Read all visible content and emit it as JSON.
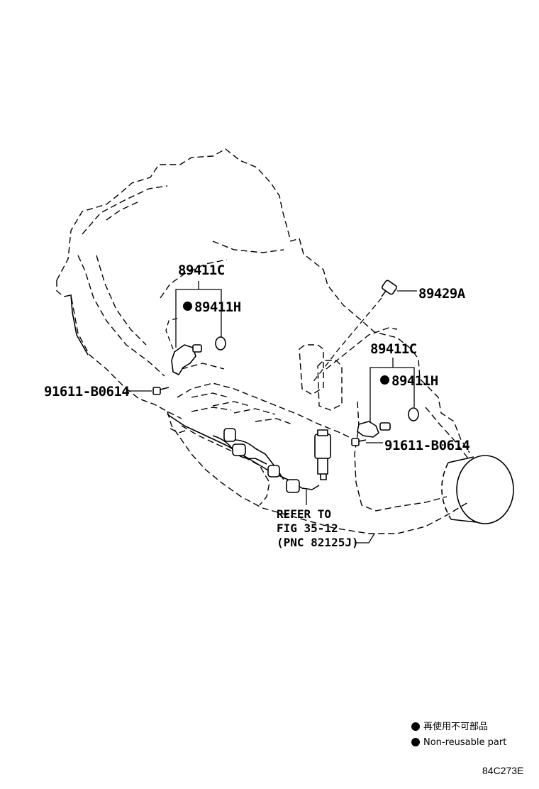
{
  "labels": {
    "part_89411c_left": "89411C",
    "part_89411h_left": "89411H",
    "part_89429a": "89429A",
    "part_89411c_right": "89411C",
    "part_89411h_right": "89411H",
    "part_91611_left": "91611-B0614",
    "part_91611_right": "91611-B0614"
  },
  "reference": {
    "line1": "REFER TO",
    "line2": "FIG 35-12",
    "line3": "(PNC 82125J)"
  },
  "legend": {
    "non_reusable_jp": "再使用不可部品",
    "non_reusable_en": "Non-reusable part",
    "marker_icon": "filled-circle"
  },
  "diagram_code": "84C273E"
}
